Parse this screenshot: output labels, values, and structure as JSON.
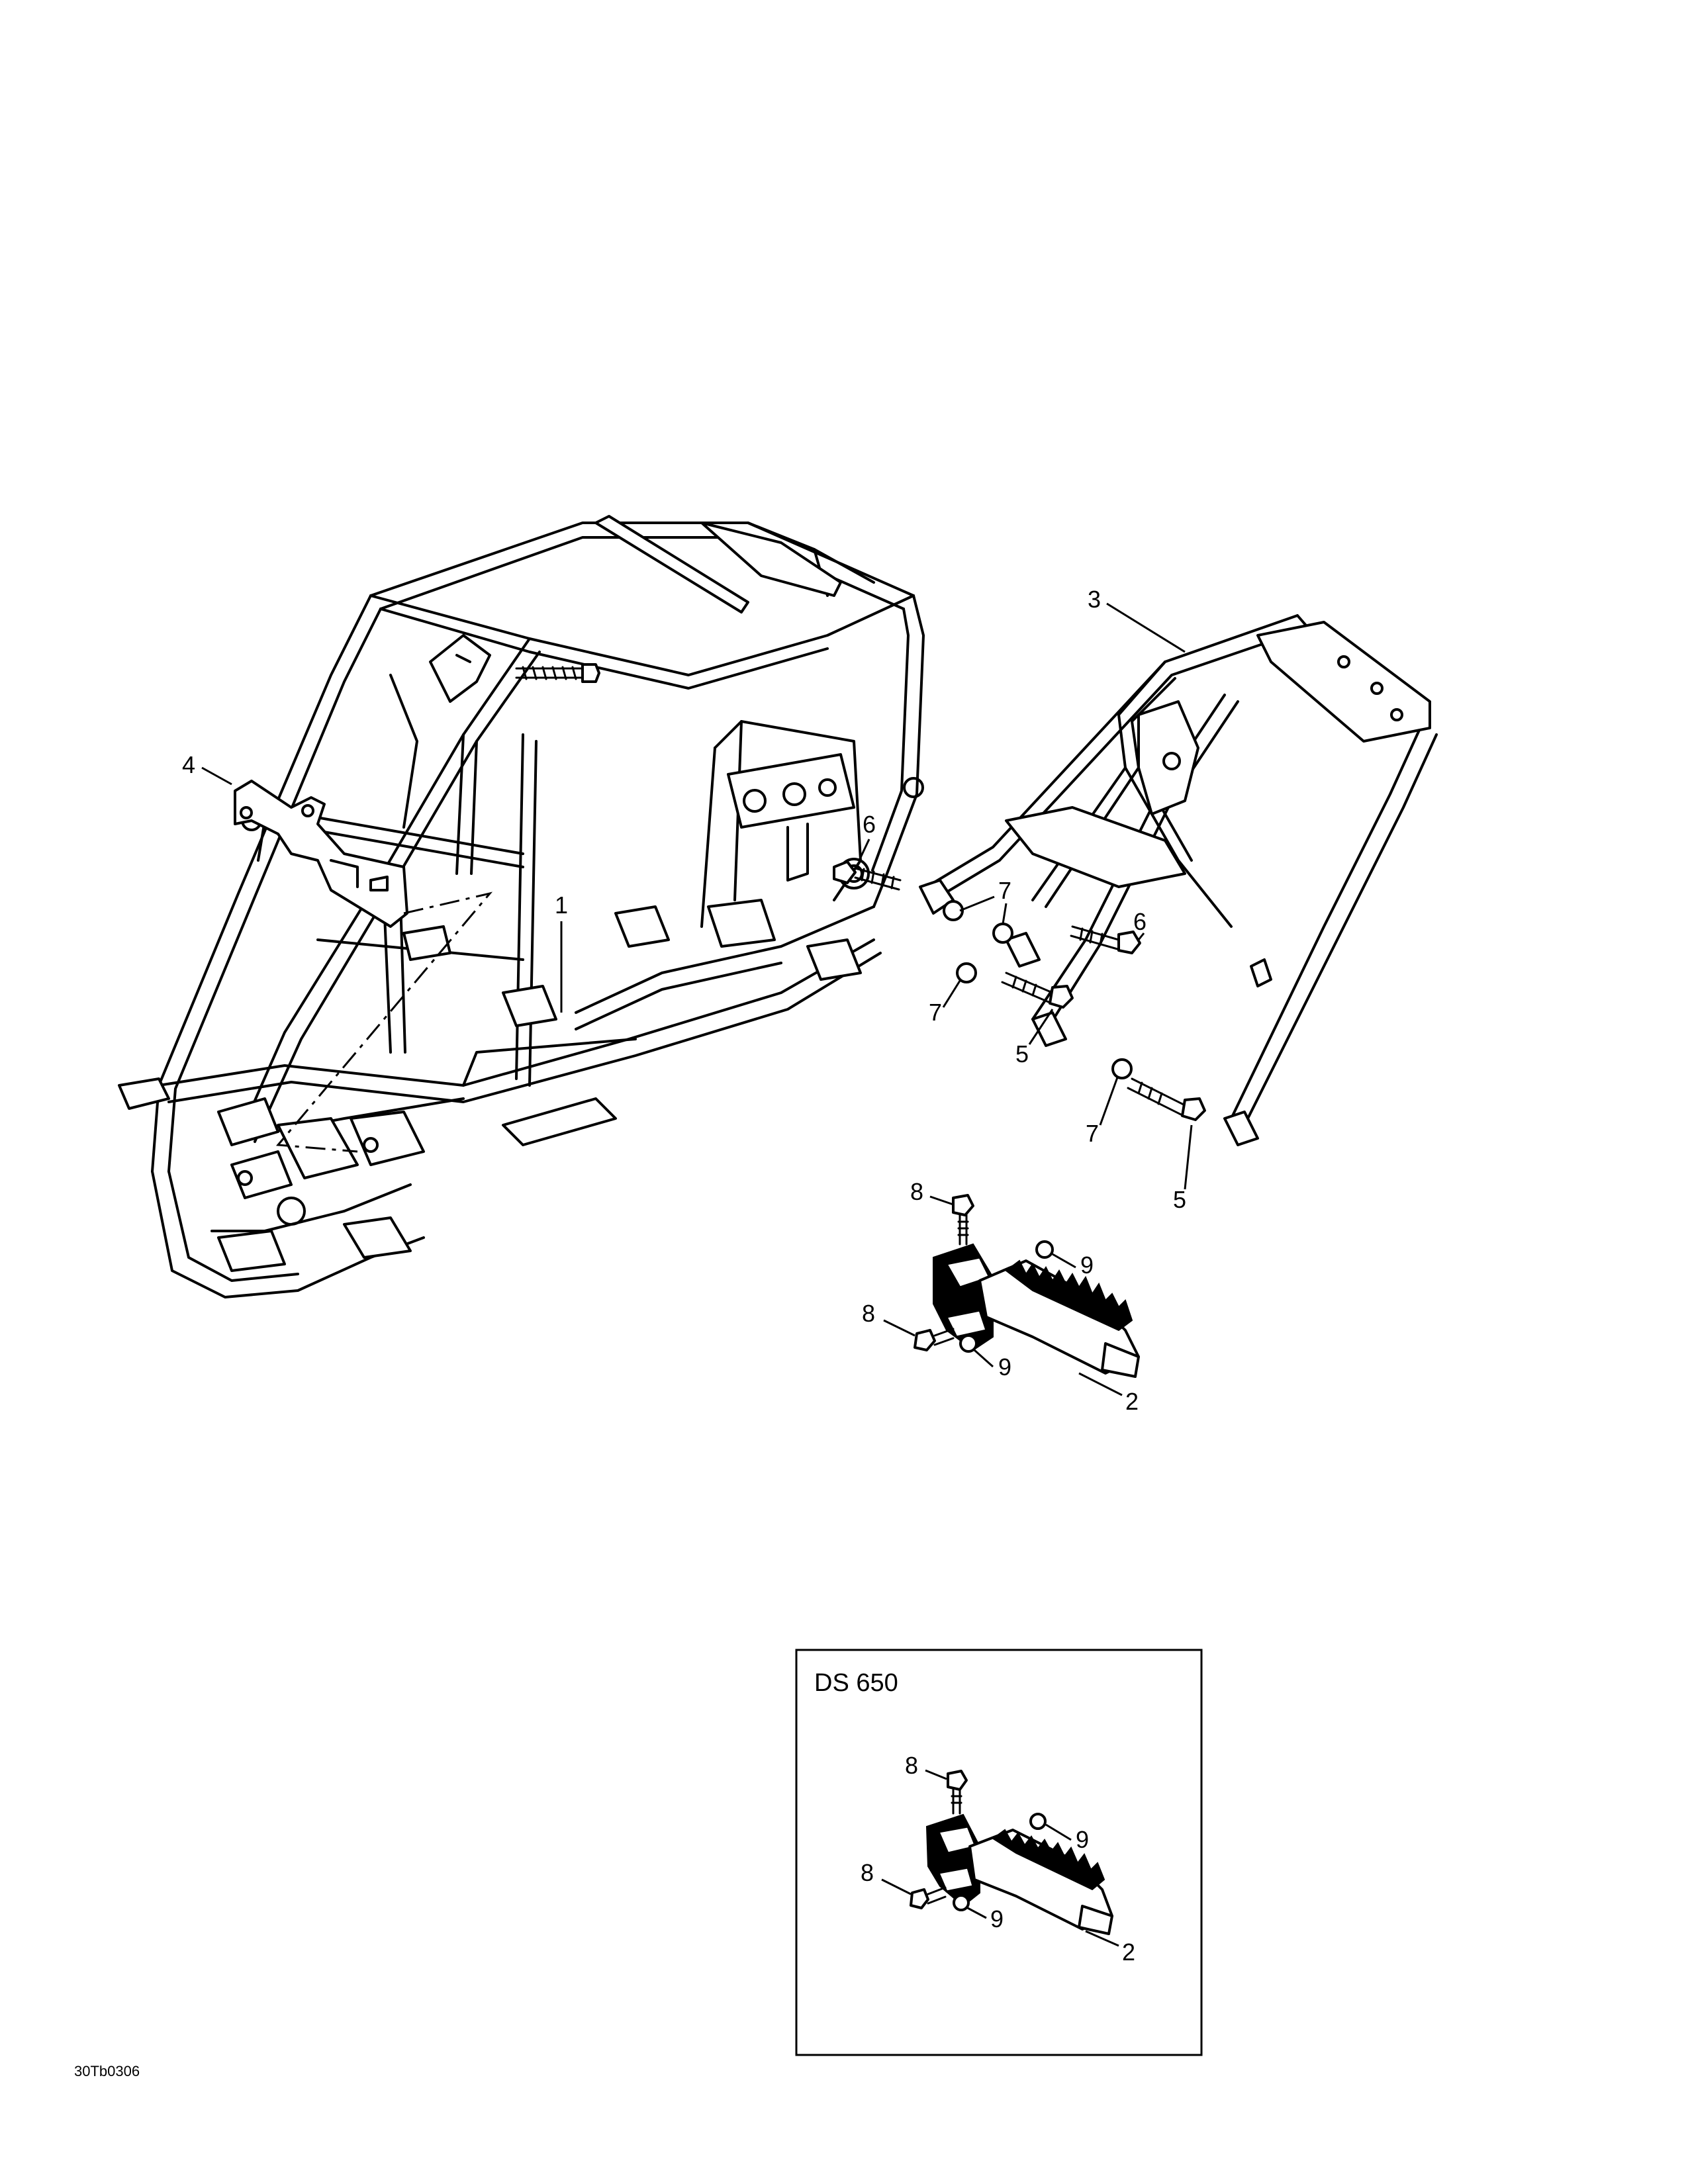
{
  "figure": {
    "reference_code": "30Tb0306",
    "inset_title": "DS 650"
  },
  "callouts": {
    "c1": "1",
    "c2": "2",
    "c3": "3",
    "c4": "4",
    "c5a": "5",
    "c5b": "5",
    "c6a": "6",
    "c6b": "6",
    "c7a": "7",
    "c7b": "7",
    "c7c": "7",
    "c8a": "8",
    "c8b": "8",
    "c9a": "9",
    "c9b": "9",
    "inset_c2": "2",
    "inset_c8a": "8",
    "inset_c8b": "8",
    "inset_c9a": "9",
    "inset_c9b": "9"
  }
}
